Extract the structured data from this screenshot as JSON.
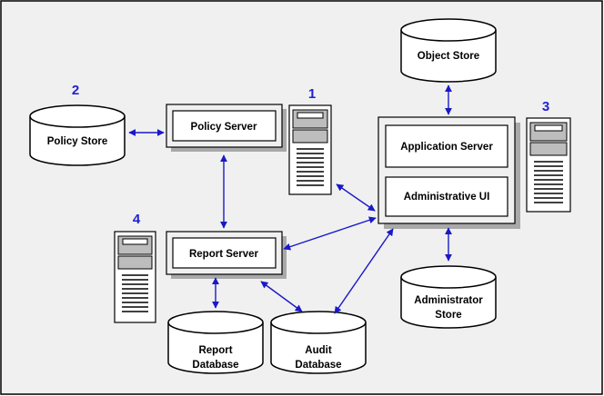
{
  "colors": {
    "frame_bg": "#f0f0f0",
    "ink": "#000000",
    "shadow": "#a9a9a9",
    "arrow": "#1919c8",
    "number": "#1f1fd6",
    "server_face": "#ffffff",
    "server_shade": "#bdbdbd"
  },
  "components": {
    "object_store": "Object Store",
    "policy_store": "Policy Store",
    "policy_server": "Policy Server",
    "application_server": "Application Server",
    "administrative_ui": "Administrative UI",
    "report_server": "Report Server",
    "administrator_store": [
      "Administrator",
      "Store"
    ],
    "report_database": [
      "Report",
      "Database"
    ],
    "audit_database": [
      "Audit",
      "Database"
    ]
  },
  "numbers": {
    "n1": "1",
    "n2": "2",
    "n3": "3",
    "n4": "4"
  },
  "icons": [
    "server-tower-icon",
    "server-tower-icon",
    "server-tower-icon",
    "database-cylinder-icon"
  ]
}
